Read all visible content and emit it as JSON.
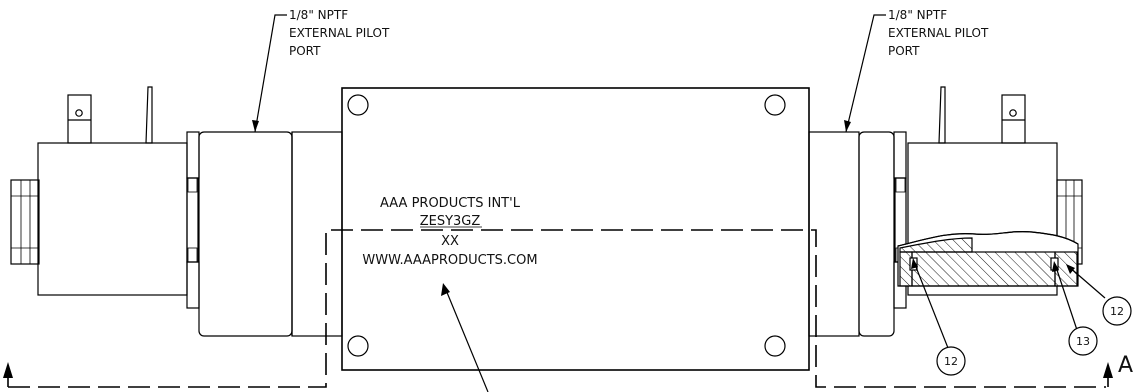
{
  "callouts": {
    "left_pilot_port": [
      "1/8\" NPTF",
      "EXTERNAL PILOT",
      "PORT"
    ],
    "right_pilot_port": [
      "1/8\" NPTF",
      "EXTERNAL PILOT",
      "PORT"
    ]
  },
  "nameplate": [
    "AAA PRODUCTS INT'L",
    "ZESY3GZ",
    "XX",
    "WWW.AAAPRODUCTS.COM"
  ],
  "balloons": [
    "12",
    "13",
    "12"
  ],
  "section_label": "A"
}
